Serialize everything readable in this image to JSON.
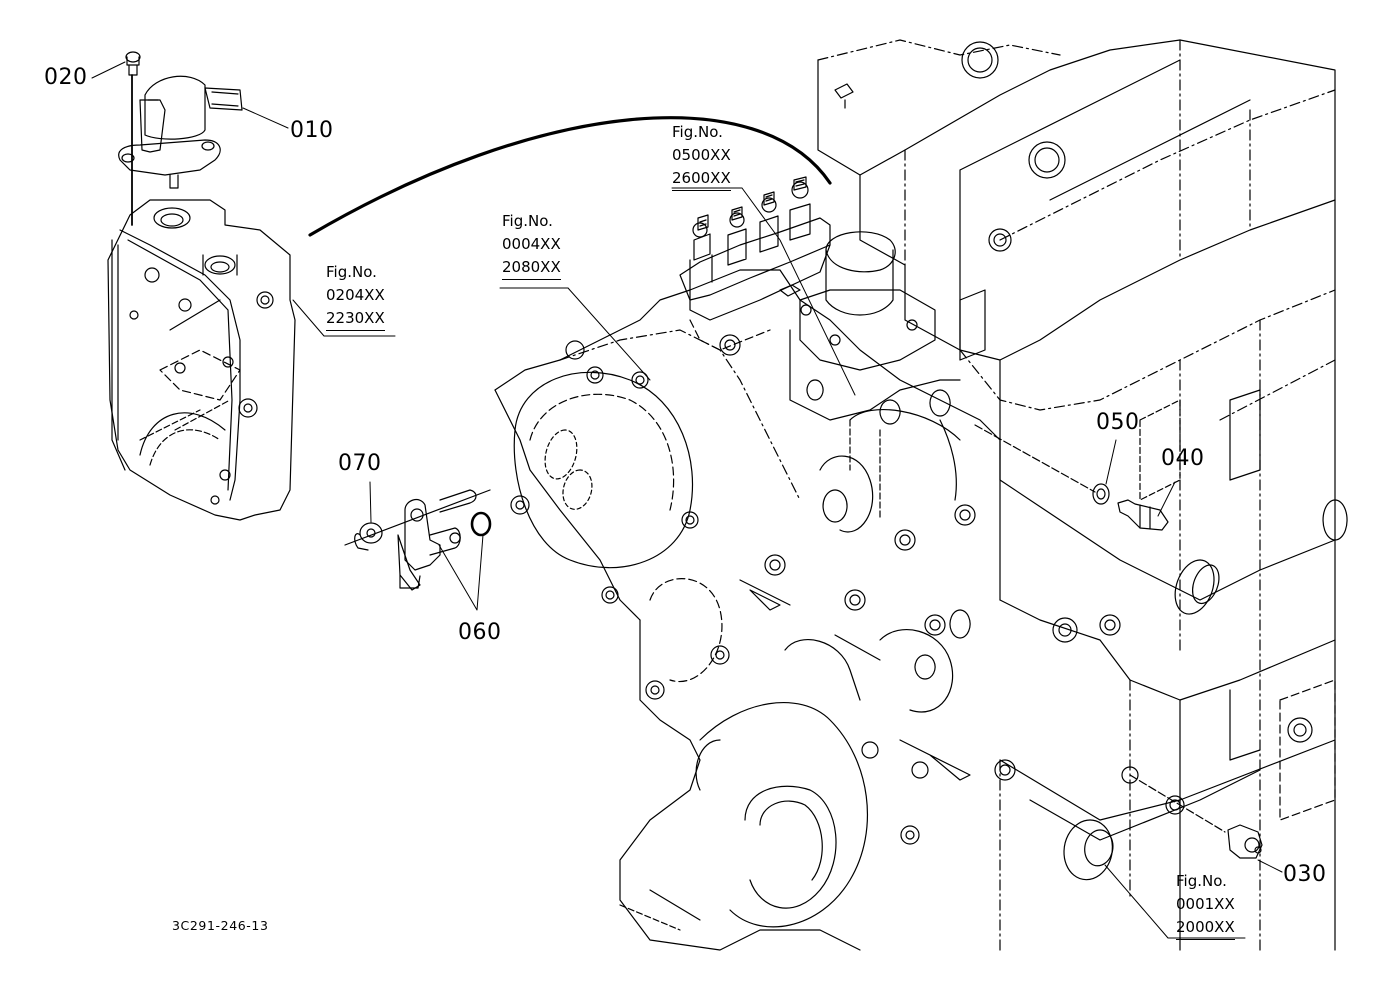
{
  "diagram": {
    "type": "exploded-parts-view",
    "subject": "engine block with sensors and housing",
    "drawing_code": "3C291-246-13",
    "part_callouts": [
      {
        "id": "p010",
        "label": "010",
        "depicts": "solenoid / actuator with connector"
      },
      {
        "id": "p020",
        "label": "020",
        "depicts": "socket head bolt"
      },
      {
        "id": "p030",
        "label": "030",
        "depicts": "pressure switch / sensor"
      },
      {
        "id": "p040",
        "label": "040",
        "depicts": "temperature sensor"
      },
      {
        "id": "p050",
        "label": "050",
        "depicts": "gasket washer"
      },
      {
        "id": "p060",
        "label": "060",
        "depicts": "speed sensor and o-ring"
      },
      {
        "id": "p070",
        "label": "070",
        "depicts": "bolt"
      }
    ],
    "figure_references": [
      {
        "id": "f1",
        "title": "Fig.No.",
        "line1": "0204XX",
        "line2": "2230XX",
        "depicts": "gear case housing"
      },
      {
        "id": "f2",
        "title": "Fig.No.",
        "line1": "0004XX",
        "line2": "2080XX",
        "depicts": "front gear case"
      },
      {
        "id": "f3",
        "title": "Fig.No.",
        "line1": "0500XX",
        "line2": "2600XX",
        "depicts": "fuel injection pump"
      },
      {
        "id": "f4",
        "title": "Fig.No.",
        "line1": "0001XX",
        "line2": "2000XX",
        "depicts": "cylinder block"
      }
    ]
  }
}
